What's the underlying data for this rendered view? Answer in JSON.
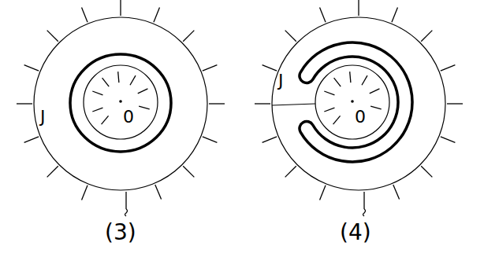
{
  "diagram": {
    "nodes": [
      {
        "text": [
          "J"
        ]
      },
      {
        "text": [
          "0"
        ],
        "in": 0
      },
      {
        "text": [
          "J"
        ]
      },
      {
        "text": [
          "0"
        ],
        "in": 2
      }
    ],
    "labels": [
      "(3)",
      "(4)"
    ]
  }
}
